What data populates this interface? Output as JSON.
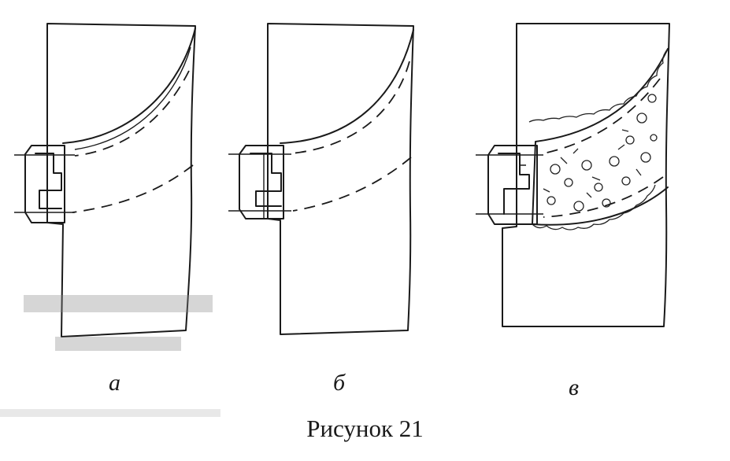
{
  "figure": {
    "caption": "Рисунок 21",
    "panels": [
      {
        "id": "a",
        "label": "а"
      },
      {
        "id": "b",
        "label": "б"
      },
      {
        "id": "c",
        "label": "в"
      }
    ]
  },
  "colors": {
    "ink": "#1a1a1a",
    "paper": "#ffffff"
  }
}
